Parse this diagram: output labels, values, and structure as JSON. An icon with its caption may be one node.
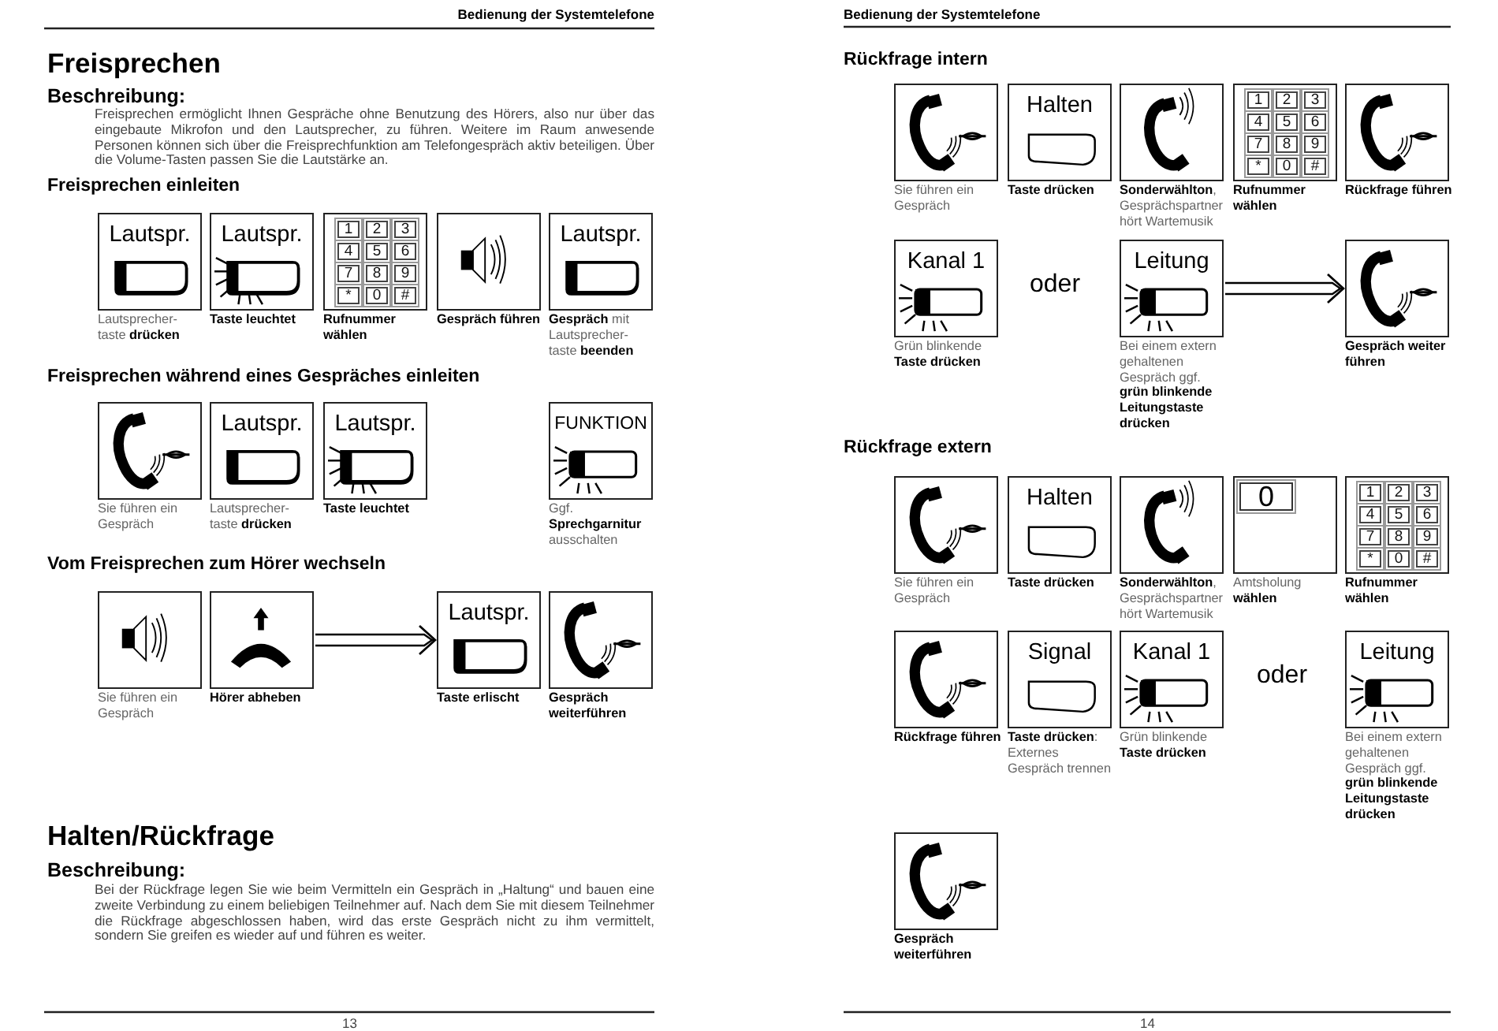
{
  "diagram": {
    "nodes": [
      {
        "text": [
          "Lautspr."
        ],
        "beside": [
          "Lautsprecher- taste **drücken**"
        ]
      },
      {
        "text": [
          "Lautspr."
        ],
        "beside": [
          "Taste leuchtet"
        ]
      },
      {
        "text": [
          "1",
          "2",
          "3",
          "4",
          "5",
          "6",
          "7",
          "8",
          "9",
          "*",
          "0",
          "#"
        ],
        "beside": [
          "Rufnummer wählen"
        ]
      },
      {
        "text": [],
        "shape": "box",
        "beside": [
          "Gespräch führen"
        ]
      },
      {
        "text": [
          "Lautspr."
        ],
        "beside": [
          "**Gespräch** mit Lautsprecher- taste **beenden**"
        ]
      },
      {
        "text": [],
        "shape": "box",
        "beside": [
          "Sie führen ein Gespräch"
        ]
      },
      {
        "text": [
          "Lautspr."
        ],
        "beside": [
          "Lautsprecher- taste **drücken**"
        ]
      },
      {
        "text": [
          "Lautspr."
        ],
        "beside": [
          "Taste leuchtet"
        ]
      },
      {
        "text": [
          "FUNKTION"
        ],
        "beside": [
          "Ggf. **Sprechgarnitur** ausschalten"
        ]
      },
      {
        "text": [],
        "shape": "box",
        "beside": [
          "Sie führen ein Gespräch"
        ]
      },
      {
        "text": [],
        "shape": "box",
        "beside": [
          "Hörer abheben"
        ]
      },
      {
        "text": [
          "Lautspr."
        ],
        "beside": [
          "Taste erlischt"
        ]
      },
      {
        "text": [],
        "shape": "box",
        "beside": [
          "Gespräch weiterführen"
        ]
      },
      {
        "text": [],
        "shape": "box",
        "beside": [
          "Sie führen ein Gespräch"
        ]
      },
      {
        "text": [
          "Halten"
        ],
        "beside": [
          "Taste drücken"
        ]
      },
      {
        "text": [],
        "shape": "box",
        "beside": [
          "**Sonderwählton**, Gesprächspartner hört Wartemusik"
        ]
      },
      {
        "text": [
          "1",
          "2",
          "3",
          "4",
          "5",
          "6",
          "7",
          "8",
          "9",
          "*",
          "0",
          "#"
        ],
        "beside": [
          "Rufnummer wählen"
        ]
      },
      {
        "text": [],
        "shape": "box",
        "beside": [
          "Rückfrage führen"
        ]
      },
      {
        "text": [
          "Kanal 1"
        ],
        "beside": [
          "Grün blinkende **Taste drücken**"
        ]
      },
      {
        "text": [
          "Leitung"
        ],
        "beside": [
          "Bei einem extern gehaltenen Gespräch ggf. **grün blinkende Leitungstaste drücken**"
        ]
      },
      {
        "text": [],
        "shape": "box",
        "beside": [
          "Gespräch weiter führen"
        ]
      },
      {
        "text": [],
        "shape": "box",
        "beside": [
          "Sie führen ein Gespräch"
        ]
      },
      {
        "text": [
          "Halten"
        ],
        "beside": [
          "Taste drücken"
        ]
      },
      {
        "text": [],
        "shape": "box",
        "beside": [
          "**Sonderwählton**, Gesprächspartner hört Wartemusik"
        ]
      },
      {
        "text": [
          "0"
        ],
        "beside": [
          "Amtsholung **wählen**"
        ]
      },
      {
        "text": [
          "1",
          "2",
          "3",
          "4",
          "5",
          "6",
          "7",
          "8",
          "9",
          "*",
          "0",
          "#"
        ],
        "beside": [
          "Rufnummer wählen"
        ]
      },
      {
        "text": [],
        "shape": "box",
        "beside": [
          "Rückfrage führen"
        ]
      },
      {
        "text": [
          "Signal"
        ],
        "beside": [
          "**Taste drücken**: Externes Gespräch trennen"
        ]
      },
      {
        "text": [
          "Kanal 1"
        ],
        "beside": [
          "Grün blinkende **Taste drücken**"
        ]
      },
      {
        "text": [
          "Leitung"
        ],
        "beside": [
          "Bei einem extern gehaltenen Gespräch ggf. **grün blinkende Leitungstaste drücken**"
        ]
      },
      {
        "text": [],
        "shape": "box",
        "beside": [
          "Gespräch weiterführen"
        ]
      }
    ],
    "edges": [
      {
        "from": 10,
        "to": 11,
        "arrow": "to"
      },
      {
        "from": 19,
        "to": 20,
        "arrow": "to"
      }
    ],
    "labels": [
      "Bedienung der Systemtelefone",
      "Freisprechen",
      "Beschreibung:",
      "Freisprechen ermöglicht Ihnen Gespräche ohne Benutzung des Hörers, also nur über das eingebaute Mikrofon und den Lautsprecher, zu führen. Weitere im Raum anwesende Personen können sich über die Freisprechfunktion am Telefongespräch aktiv beteiligen. Über die Volume-Tasten passen Sie die Lautstärke an.",
      "Freisprechen einleiten",
      "Freisprechen während eines Gespräches einleiten",
      "Vom Freisprechen zum Hörer wechseln",
      "Halten/Rückfrage",
      "Beschreibung:",
      "Bei der Rückfrage legen Sie wie beim Vermitteln ein Gespräch in „Haltung“ und bauen eine zweite Verbindung zu einem beliebigen Teilnehmer auf. Nach dem Sie mit diesem Teilnehmer die Rückfrage abgeschlossen haben, wird das erste Gespräch nicht zu ihm vermittelt, sondern Sie greifen es wieder auf und führen es weiter.",
      "13",
      "Bedienung der Systemtelefone",
      "Rückfrage intern",
      "oder",
      "Rückfrage extern",
      "oder",
      "14"
    ]
  }
}
